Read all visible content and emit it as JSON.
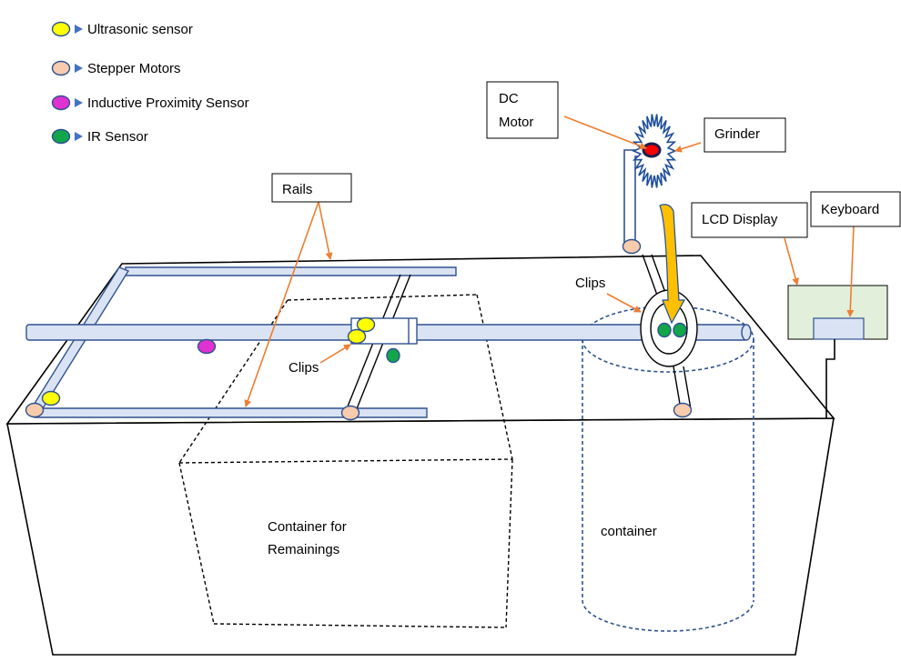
{
  "legend": [
    {
      "id": "ultrasonic",
      "label": "Ultrasonic sensor",
      "color": "#ffff00"
    },
    {
      "id": "stepper",
      "label": "Stepper Motors",
      "color": "#f8cbad"
    },
    {
      "id": "inductive",
      "label": "Inductive Proximity Sensor",
      "color": "#e032d0"
    },
    {
      "id": "ir",
      "label": "IR Sensor",
      "color": "#12a54a"
    }
  ],
  "labels": {
    "dc_motor_line1": "DC",
    "dc_motor_line2": "Motor",
    "grinder": "Grinder",
    "rails": "Rails",
    "lcd_display": "LCD Display",
    "keyboard": "Keyboard",
    "clips_left": "Clips",
    "clips_right": "Clips",
    "remainings_line1": "Container for",
    "remainings_line2": "Remainings",
    "container": "container"
  },
  "colors": {
    "arrow": "#ed7d31",
    "rail_fill": "#dae3f3",
    "rail_stroke": "#2f528f",
    "chute": "#ffc000",
    "grinder_blade": "#1f4e9a",
    "dc_motor_dot": "#ff0000",
    "lcd_fill": "#e2efda",
    "keypad_fill": "#dae3f3",
    "cylinder_stroke": "#2f528f"
  }
}
